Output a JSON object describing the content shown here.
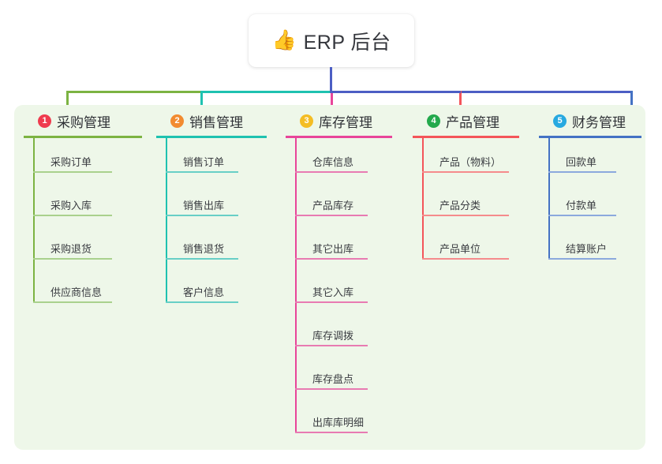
{
  "diagram": {
    "title": "ERP 后台",
    "root": {
      "icon": "thumbs-up-icon",
      "icon_glyph": "👍",
      "label": "ERP 后台"
    },
    "panel_color": "#eef7e9",
    "trunk_color": "#4c5ec4",
    "branches": [
      {
        "number": "1",
        "label": "采购管理",
        "badge_color": "#ef3b4e",
        "line_color": "#7cb342",
        "leaf_line_color": "#a9d18d",
        "items": [
          "采购订单",
          "采购入库",
          "采购退货",
          "供应商信息"
        ]
      },
      {
        "number": "2",
        "label": "销售管理",
        "badge_color": "#f28b30",
        "line_color": "#1fc2b0",
        "leaf_line_color": "#68cfc6",
        "items": [
          "销售订单",
          "销售出库",
          "销售退货",
          "客户信息"
        ]
      },
      {
        "number": "3",
        "label": "库存管理",
        "badge_color": "#f4bd24",
        "line_color": "#e8459a",
        "leaf_line_color": "#e87bb2",
        "items": [
          "仓库信息",
          "产品库存",
          "其它出库",
          "其它入库",
          "库存调拨",
          "库存盘点",
          "出库库明细"
        ]
      },
      {
        "number": "4",
        "label": "产品管理",
        "badge_color": "#23a94c",
        "line_color": "#f4555a",
        "leaf_line_color": "#f58b8c",
        "items": [
          "产品（物料）",
          "产品分类",
          "产品单位"
        ]
      },
      {
        "number": "5",
        "label": "财务管理",
        "badge_color": "#27a9e0",
        "line_color": "#4472c4",
        "leaf_line_color": "#8ba9dd",
        "items": [
          "回款单",
          "付款单",
          "结算账户"
        ]
      }
    ]
  }
}
